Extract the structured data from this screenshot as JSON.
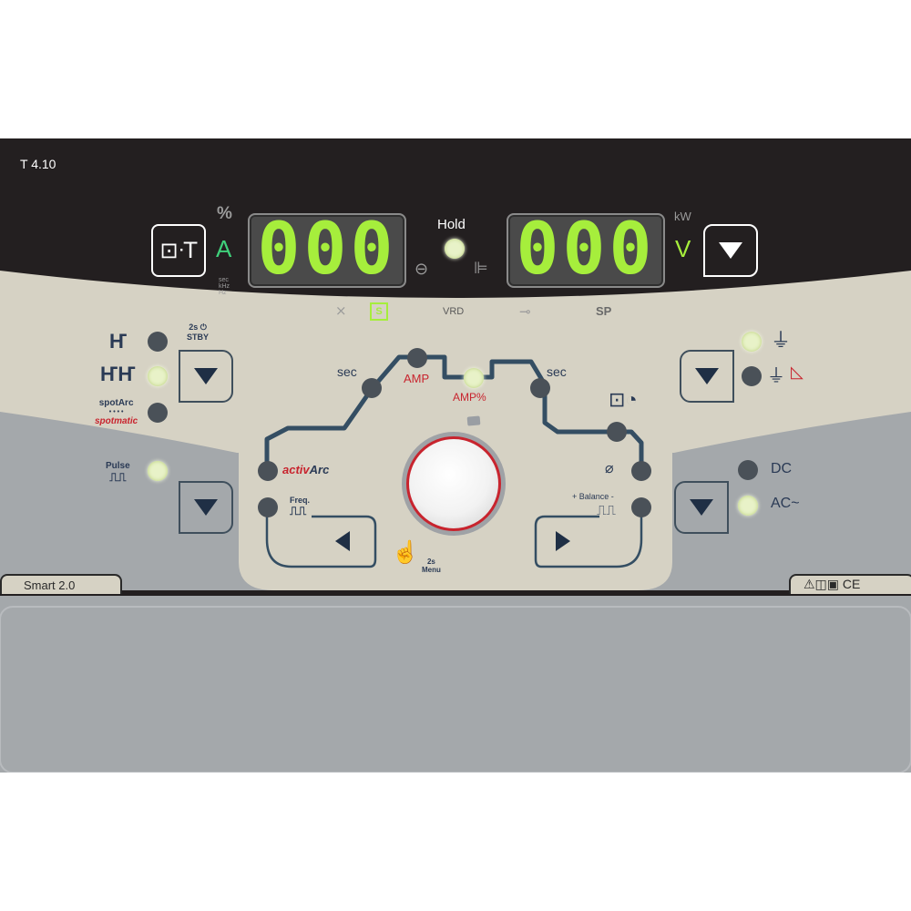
{
  "model": "T 4.10",
  "series": "Smart 2.0",
  "left_display": {
    "value": "000",
    "units_top": "%",
    "unit_main": "A",
    "units_bottom": [
      "sec",
      "kHz",
      "Hz"
    ]
  },
  "right_display": {
    "value": "000",
    "unit_top": "kW",
    "unit_main": "V"
  },
  "hold_label": "Hold",
  "status_labels": {
    "s": "S",
    "vrd": "VRD",
    "sp": "SP"
  },
  "left_group": {
    "stby_top": "2s ⏻",
    "stby_bottom": "STBY",
    "spotarc": "spotArc",
    "spotarc_dots": "• • • •",
    "spotmatic": "spotmatic",
    "pulse": "Pulse"
  },
  "sequence": {
    "sec_left": "sec",
    "amp": "AMP",
    "amp_percent": "AMP%",
    "sec_right": "sec",
    "activarc_a": "activ",
    "activarc_b": "Arc",
    "freq": "Freq.",
    "balance": "+ Balance -",
    "menu_top": "2s",
    "menu_bottom": "Menu"
  },
  "current_type": {
    "dc": "DC",
    "ac": "AC~"
  },
  "leds": {
    "two_step": false,
    "four_step": true,
    "spotarc": false,
    "pulse": true,
    "hold": true,
    "sec_left": false,
    "amp": false,
    "amp_percent": true,
    "sec_right": false,
    "gas_postflow": false,
    "activarc": false,
    "freq": false,
    "electrode_diameter": false,
    "balance": false,
    "tig": true,
    "mma": false,
    "dc": false,
    "ac": true
  },
  "colors": {
    "lcd_digits": "#a6ee3c",
    "amp_unit": "#3fd07a",
    "accent_red": "#c8242e"
  }
}
